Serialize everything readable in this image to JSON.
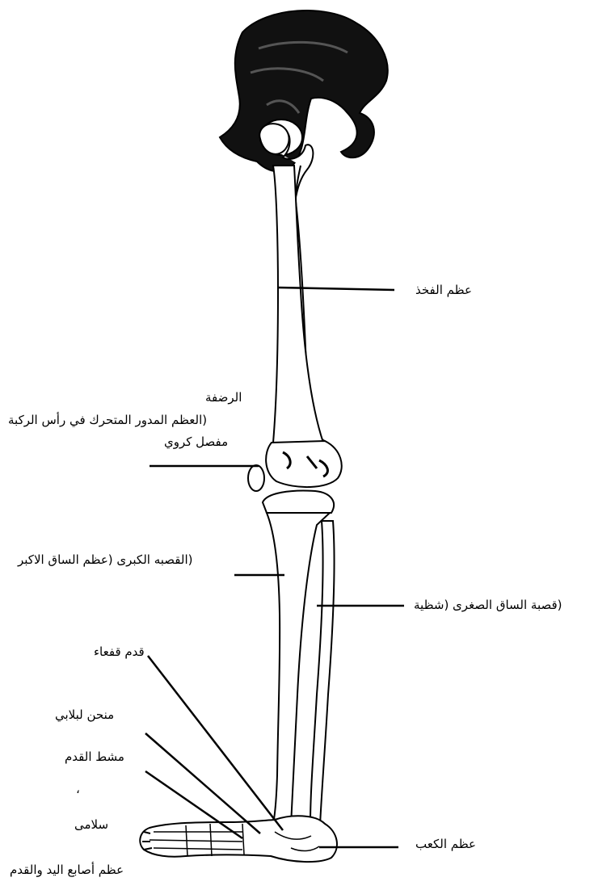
{
  "labels": {
    "femur": "عظم الفخذ",
    "patella_1": "الرضفة",
    "patella_2": "(العظم المدور المتحرك في رأس الركبة",
    "patella_3": "مفصل كروي",
    "tibia": "(القصبه الكبرى (عظم الساق الاكبر",
    "fibula": "(قصبة الساق الصغرى (شظية",
    "flat_foot": "قدم قفعاء",
    "arch": "منحن لبلابي",
    "metatarsus": "مشط القدم",
    "comma": "،",
    "phalanges": "سلامى",
    "calcaneus": "عظم الكعب",
    "digits": "عظم أصابع اليد والقدم"
  }
}
